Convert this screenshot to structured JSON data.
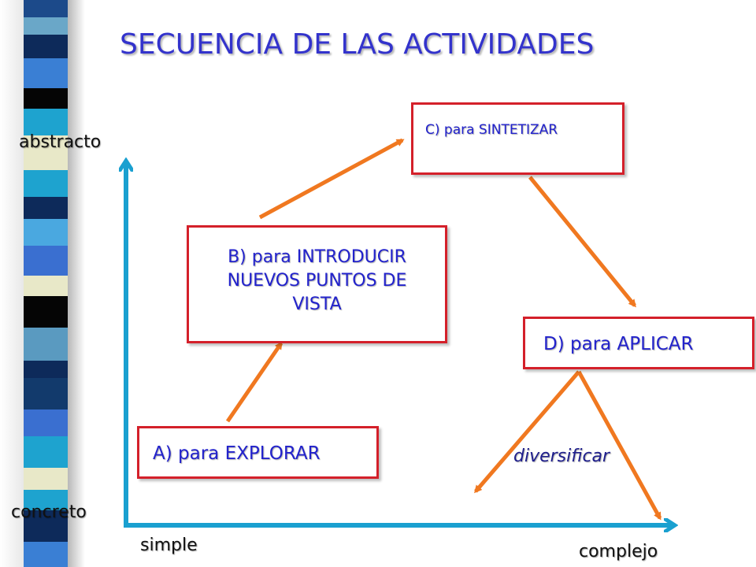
{
  "title": "SECUENCIA DE LAS ACTIVIDADES",
  "axis": {
    "y_top": "abstracto",
    "y_bottom": "concreto",
    "x_left": "simple",
    "x_right": "complejo"
  },
  "steps": {
    "a": "A) para EXPLORAR",
    "b": "B) para INTRODUCIR NUEVOS PUNTOS DE VISTA",
    "c": "C) para SINTETIZAR",
    "d": "D) para APLICAR"
  },
  "branch_note": "diversificar",
  "colors": {
    "title": "#3333cc",
    "box_border": "#d4202a",
    "arrow": "#f07820",
    "axis": "#1aa0d0"
  }
}
